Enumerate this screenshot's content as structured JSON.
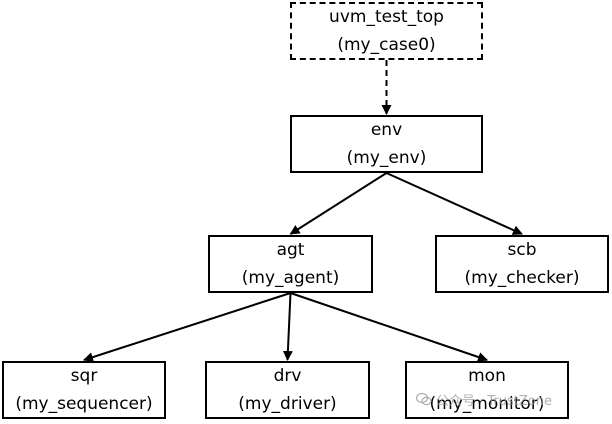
{
  "diagram": {
    "nodes": {
      "top": {
        "name": "uvm_test_top",
        "type": "(my_case0)"
      },
      "env": {
        "name": "env",
        "type": "(my_env)"
      },
      "agt": {
        "name": "agt",
        "type": "(my_agent)"
      },
      "scb": {
        "name": "scb",
        "type": "(my_checker)"
      },
      "sqr": {
        "name": "sqr",
        "type": "(my_sequencer)"
      },
      "drv": {
        "name": "drv",
        "type": "(my_driver)"
      },
      "mon": {
        "name": "mon",
        "type": "(my_monitor)"
      }
    },
    "edges": [
      {
        "from": "top",
        "to": "env",
        "style": "dashed"
      },
      {
        "from": "env",
        "to": "agt",
        "style": "solid"
      },
      {
        "from": "env",
        "to": "scb",
        "style": "solid"
      },
      {
        "from": "agt",
        "to": "sqr",
        "style": "solid"
      },
      {
        "from": "agt",
        "to": "drv",
        "style": "solid"
      },
      {
        "from": "agt",
        "to": "mon",
        "style": "solid"
      }
    ],
    "colors": {
      "stroke": "#000000",
      "background": "#ffffff",
      "watermark": "#999999"
    }
  },
  "watermark": {
    "text": "公众号 · TrustZone",
    "icon": "wechat-icon"
  }
}
